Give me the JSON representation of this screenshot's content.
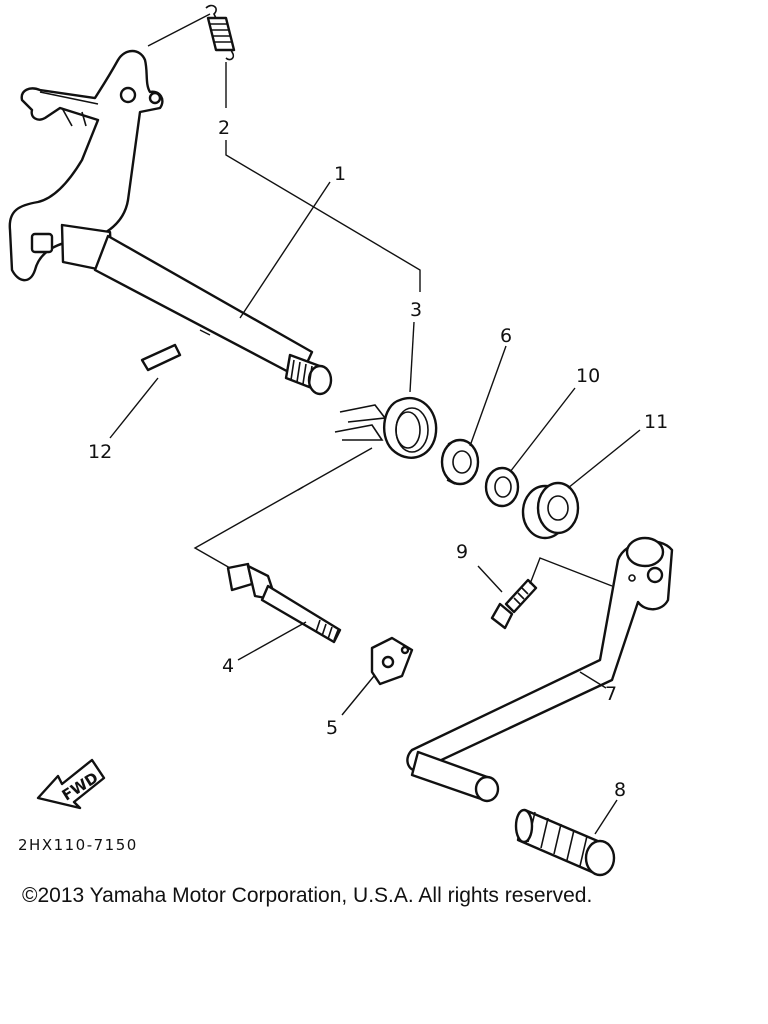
{
  "diagram": {
    "callouts": [
      {
        "id": "1",
        "label": "1"
      },
      {
        "id": "2",
        "label": "2"
      },
      {
        "id": "3",
        "label": "3"
      },
      {
        "id": "4",
        "label": "4"
      },
      {
        "id": "5",
        "label": "5"
      },
      {
        "id": "6",
        "label": "6"
      },
      {
        "id": "7",
        "label": "7"
      },
      {
        "id": "8",
        "label": "8"
      },
      {
        "id": "9",
        "label": "9"
      },
      {
        "id": "10",
        "label": "10"
      },
      {
        "id": "11",
        "label": "11"
      },
      {
        "id": "12",
        "label": "12"
      }
    ],
    "fwd_label": "FWD",
    "drawing_code": "2HX110-7150"
  },
  "footer": {
    "copyright": "©2013 Yamaha Motor Corporation, U.S.A. All rights reserved."
  }
}
